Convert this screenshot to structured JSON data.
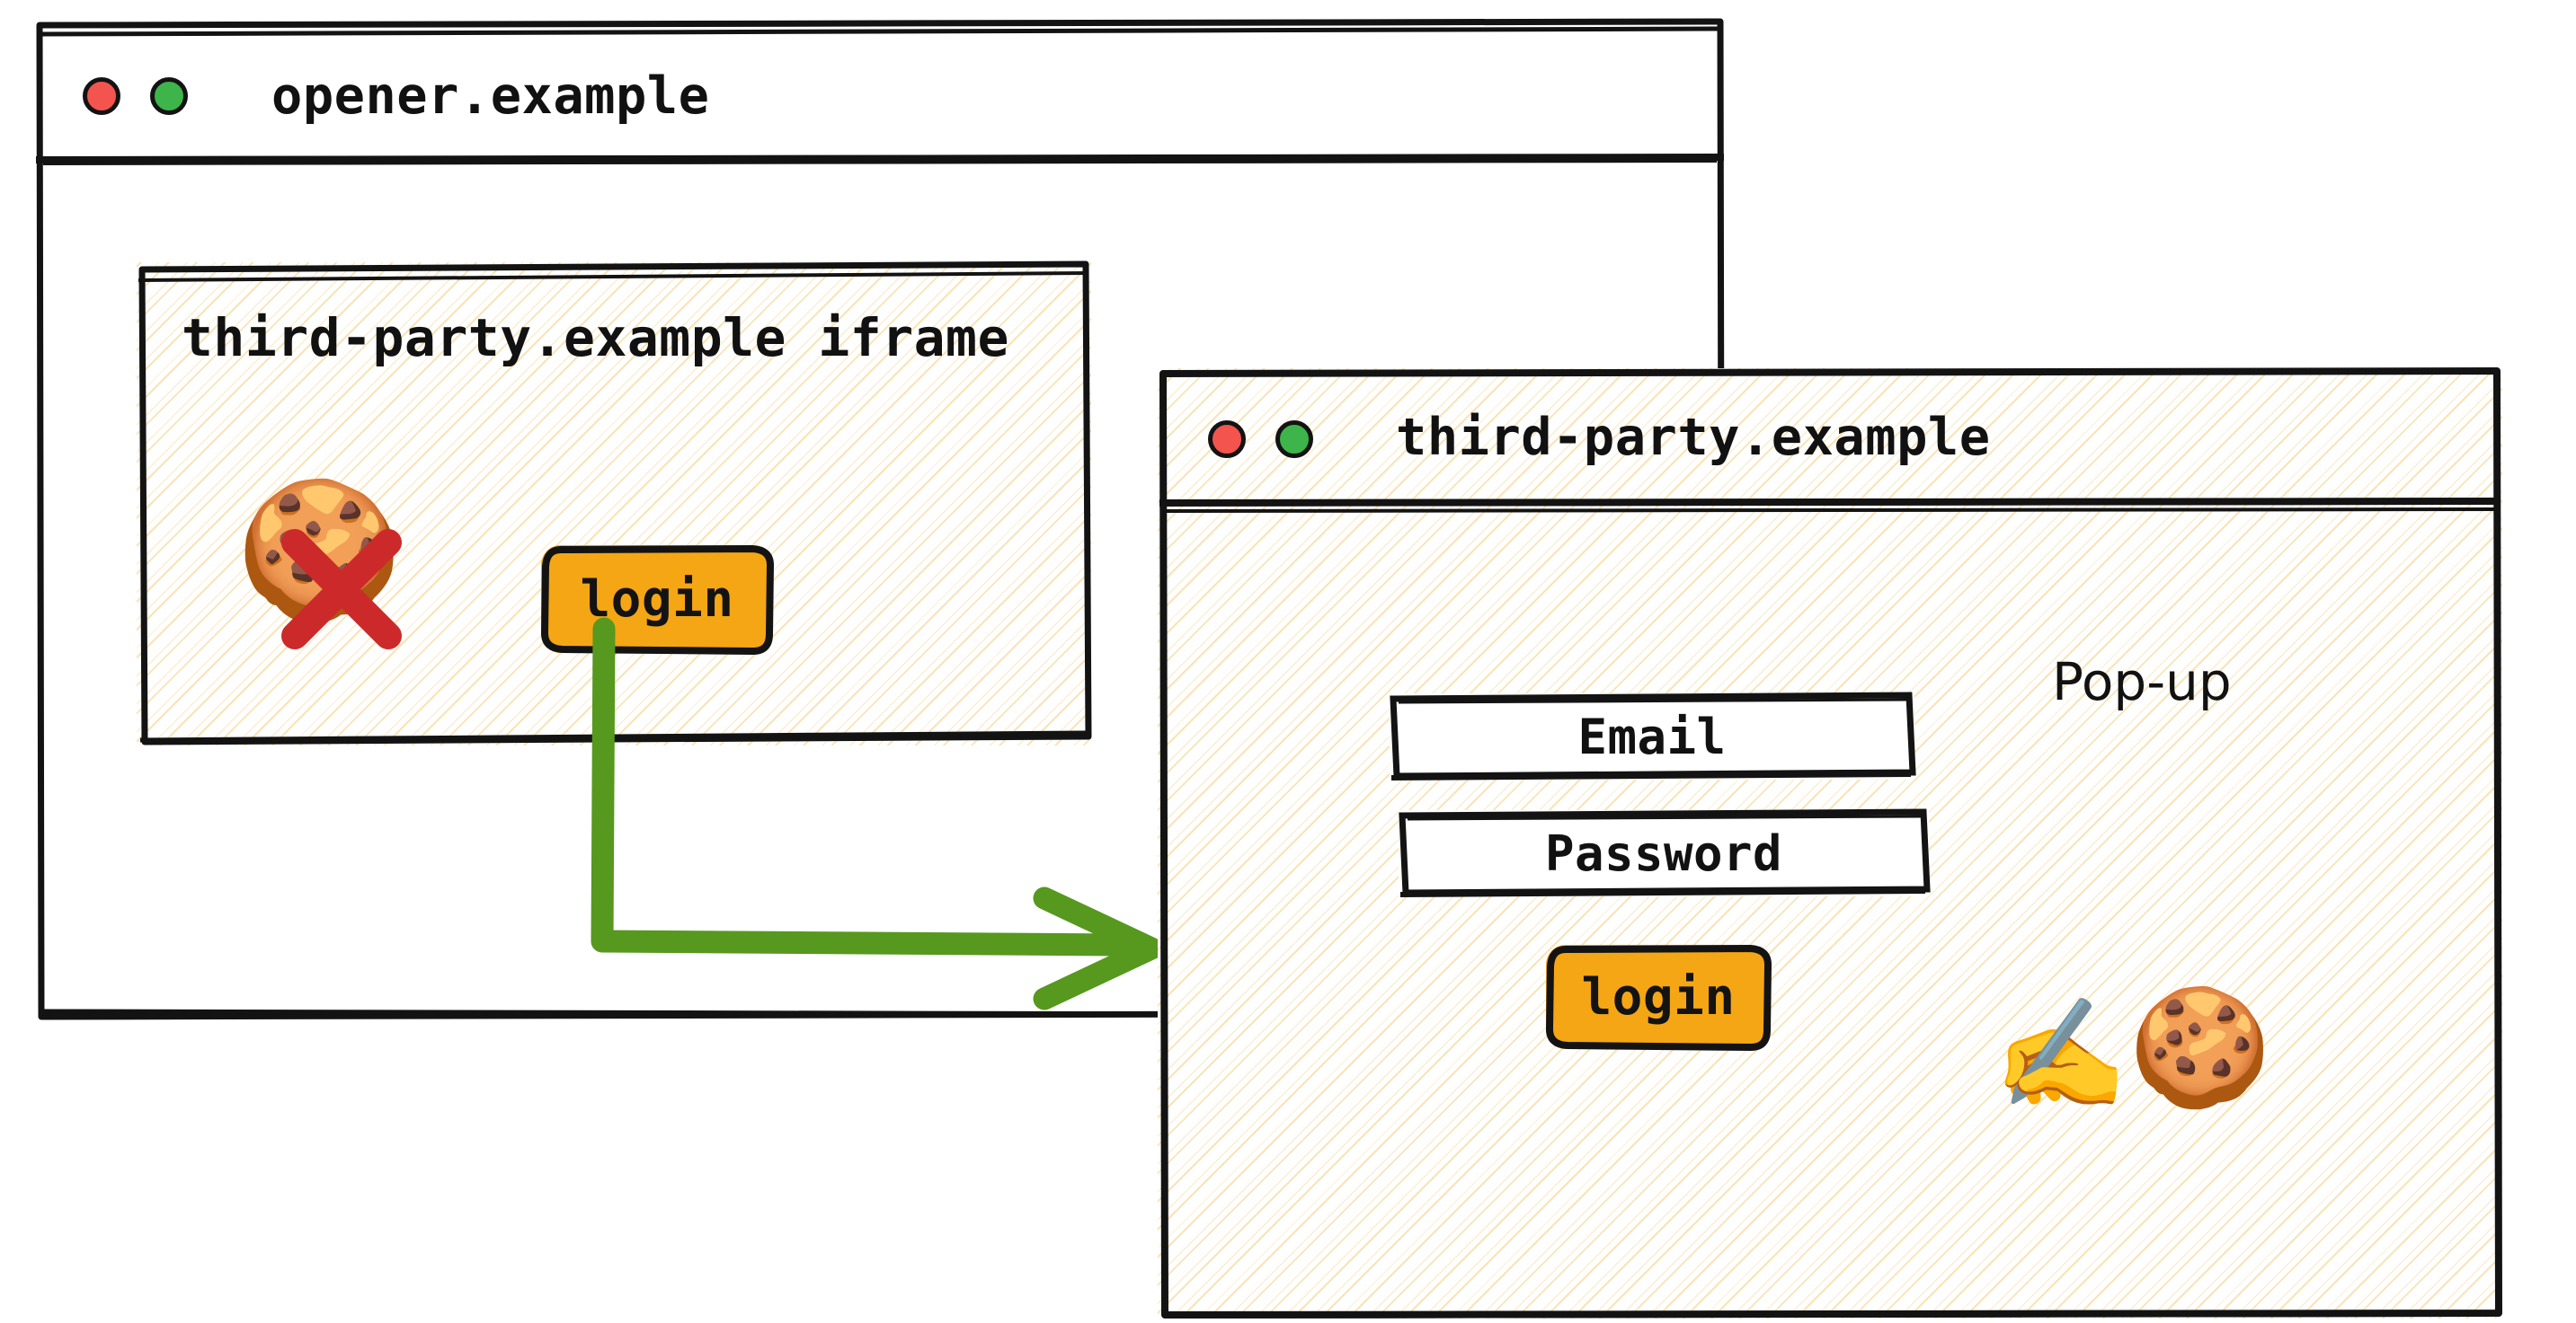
{
  "opener_window": {
    "title": "opener.example",
    "controls": [
      {
        "name": "close",
        "color": "#F4544E"
      },
      {
        "name": "minimize",
        "color": "#3DB54A"
      }
    ],
    "iframe": {
      "title": "third-party.example iframe",
      "cookie_icon": "cookie-icon",
      "cookie_blocked_icon": "red-cross-icon",
      "login_button_label": "login"
    }
  },
  "popup_window": {
    "title": "third-party.example",
    "annotation_label": "Pop-up",
    "controls": [
      {
        "name": "close",
        "color": "#F4544E"
      },
      {
        "name": "minimize",
        "color": "#3DB54A"
      }
    ],
    "form": {
      "email_label": "Email",
      "password_label": "Password",
      "login_button_label": "login"
    },
    "emojis": {
      "hand_writing": "writing-hand-icon",
      "cookie": "cookie-icon"
    }
  },
  "connector": {
    "name": "login-opens-popup-arrow",
    "color": "#57981E"
  },
  "colors": {
    "accent_amber": "#F5A614",
    "hatch_amber": "#F4CD7A",
    "arrow_green": "#57981E",
    "cross_red": "#CC2A2A",
    "outline_black": "#131313",
    "dot_red": "#F4544E",
    "dot_green": "#3DB54A"
  }
}
